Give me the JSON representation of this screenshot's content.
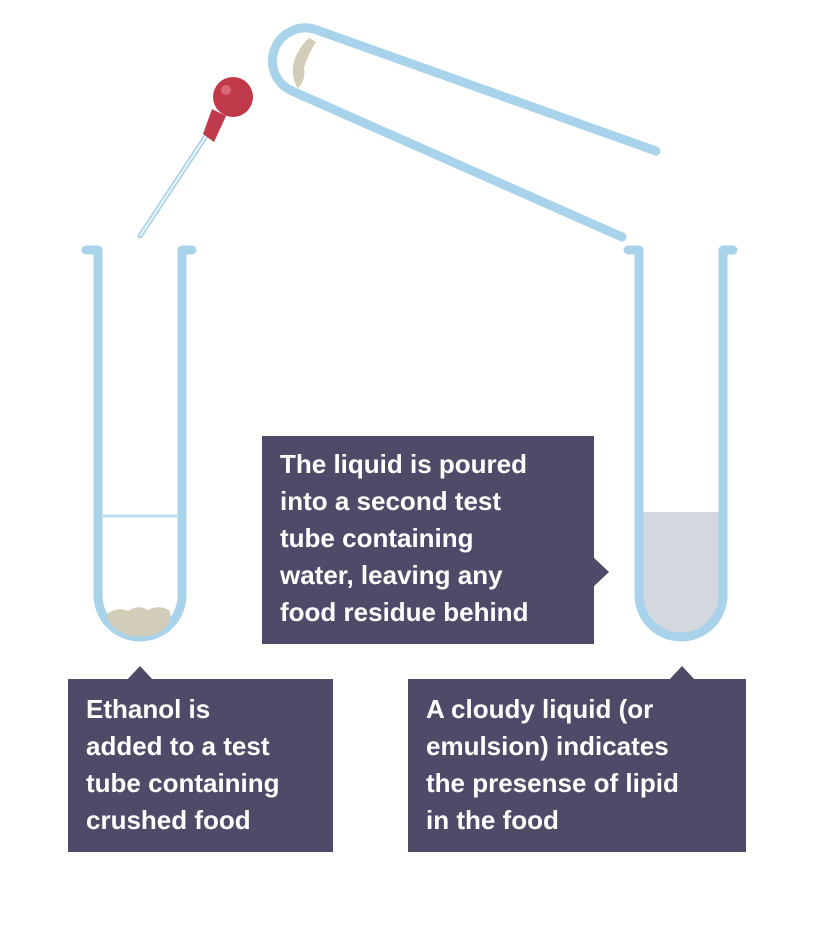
{
  "callouts": {
    "ethanol": "Ethanol is\nadded to a test\ntube containing\ncrushed food",
    "pour": "The liquid is poured\ninto a second test\ntube containing\nwater, leaving any\nfood residue behind",
    "cloudy": "A cloudy liquid (or\nemulsion) indicates\nthe presense of lipid\nin the food"
  },
  "colors": {
    "glass": "#a8d3ea",
    "callout_bg": "#4f4a68",
    "callout_text": "#ffffff",
    "pipette_bulb": "#c0394a",
    "food_residue": "#d2cdb9",
    "cloudy_liquid": "#d3d8de",
    "ethanol_line": "#b9dcee"
  }
}
